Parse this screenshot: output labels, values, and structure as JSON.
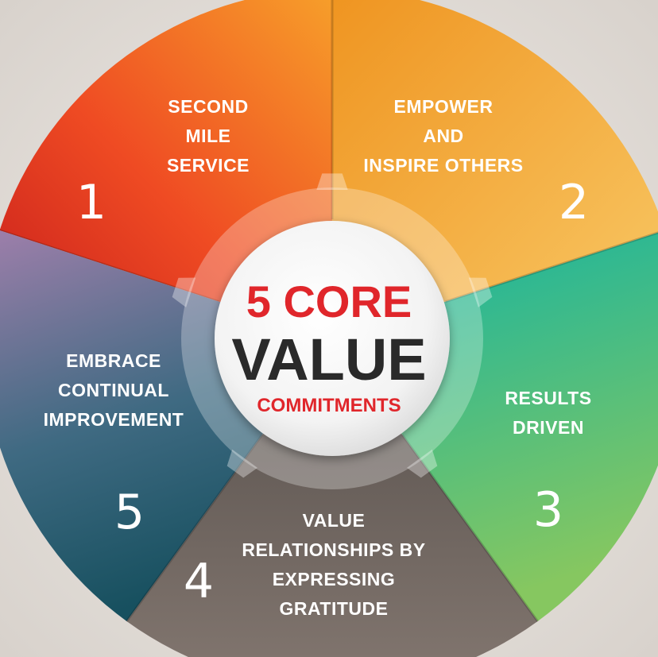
{
  "center": {
    "line1": "5 CORE",
    "line2": "VALUE",
    "line3": "COMMITMENTS"
  },
  "segments": [
    {
      "number": "1",
      "lines": [
        "SECOND",
        "MILE",
        "SERVICE"
      ],
      "color_from": "#d6231f",
      "color_to": "#f59a26"
    },
    {
      "number": "2",
      "lines": [
        "EMPOWER",
        "AND",
        "INSPIRE  OTHERS"
      ],
      "color_from": "#f29d22",
      "color_to": "#f7c45a"
    },
    {
      "number": "3",
      "lines": [
        "RESULTS",
        "DRIVEN"
      ],
      "color_from": "#15b39d",
      "color_to": "#7ec565"
    },
    {
      "number": "4",
      "lines": [
        "VALUE",
        "RELATIONSHIPS  BY",
        "EXPRESSING",
        "GRATITUDE"
      ],
      "color_from": "#5f5753",
      "color_to": "#7b706a"
    },
    {
      "number": "5",
      "lines": [
        "EMBRACE",
        "CONTINUAL",
        "IMPROVEMENT"
      ],
      "color_from": "#9a7aa8",
      "color_to": "#1f5a6b"
    }
  ],
  "colors": {
    "accent_red": "#e0262b",
    "center_text_dark": "#2a2a2a",
    "background": "#e9e6e2"
  }
}
